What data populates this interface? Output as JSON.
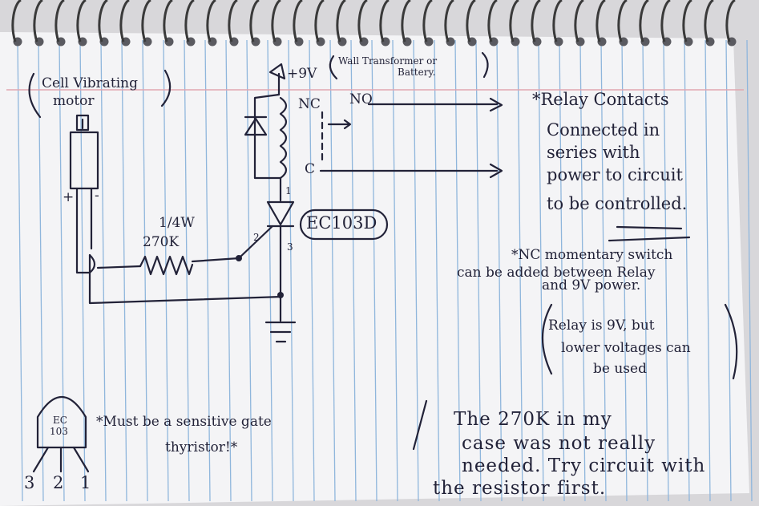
{
  "motor": {
    "label_line1": "Cell Vibrating",
    "label_line2": "motor",
    "plus": "+",
    "minus": "-"
  },
  "resistor": {
    "power": "1/4W",
    "value": "270K"
  },
  "supply": {
    "voltage": "+9V",
    "note_line1": "Wall Transformer or",
    "note_line2": "Battery."
  },
  "relay": {
    "nc": "NC",
    "no": "NO",
    "common": "C"
  },
  "scr": {
    "part": "EC103D",
    "pin_anode": "1",
    "pin_gate": "2",
    "pin_cathode": "3"
  },
  "notes": {
    "relay_contacts": [
      "*Relay Contacts",
      "Connected in",
      "series with",
      "power to circuit",
      "to be controlled."
    ],
    "nc_switch": [
      "*NC momentary switch",
      "can be added between Relay",
      "and 9V power."
    ],
    "relay_voltage": [
      "Relay is 9V, but",
      "lower voltages can",
      "be used"
    ],
    "sensitive": [
      "*Must be a sensitive gate",
      "thyristor!*"
    ],
    "resistor_note": [
      "The 270K in my",
      "case was not really",
      "needed. Try circuit with",
      "the resistor first."
    ]
  },
  "package": {
    "line1": "EC",
    "line2": "103",
    "pins": [
      "3",
      "2",
      "1"
    ]
  },
  "colors": {
    "ink": "#222238",
    "paper": "#f4f4f6",
    "rule": "#8fb6dc",
    "margin": "#e2a7b0",
    "coil": "#3a3a3a"
  }
}
